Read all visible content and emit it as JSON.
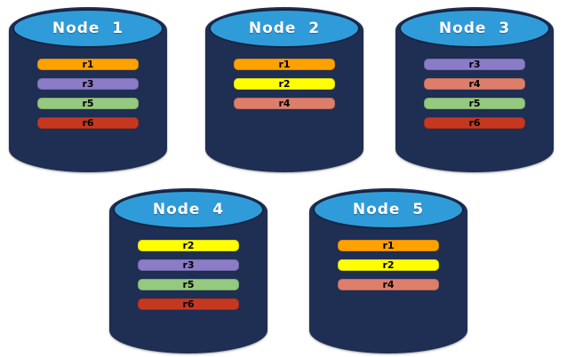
{
  "diagram": {
    "background": "#ffffff",
    "cylinder_body_color": "#1F2E53",
    "cylinder_top_color": "#2F9CD9",
    "cylinder_top_border_color": "#16233F",
    "title_text_color": "#FFFFFF",
    "bar_text_color": "#000000"
  },
  "replica_colors": {
    "r1": "#FFA100",
    "r2": "#FFFF00",
    "r3": "#8B7CC7",
    "r4": "#DD7E6B",
    "r5": "#94C97F",
    "r6": "#C5381F"
  },
  "nodes": [
    {
      "title": "Node  1",
      "replicas": [
        "r1",
        "r3",
        "r5",
        "r6"
      ]
    },
    {
      "title": "Node  2",
      "replicas": [
        "r1",
        "r2",
        "r4"
      ]
    },
    {
      "title": "Node  3",
      "replicas": [
        "r3",
        "r4",
        "r5",
        "r6"
      ]
    },
    {
      "title": "Node  4",
      "replicas": [
        "r2",
        "r3",
        "r5",
        "r6"
      ]
    },
    {
      "title": "Node  5",
      "replicas": [
        "r1",
        "r2",
        "r4"
      ]
    }
  ]
}
